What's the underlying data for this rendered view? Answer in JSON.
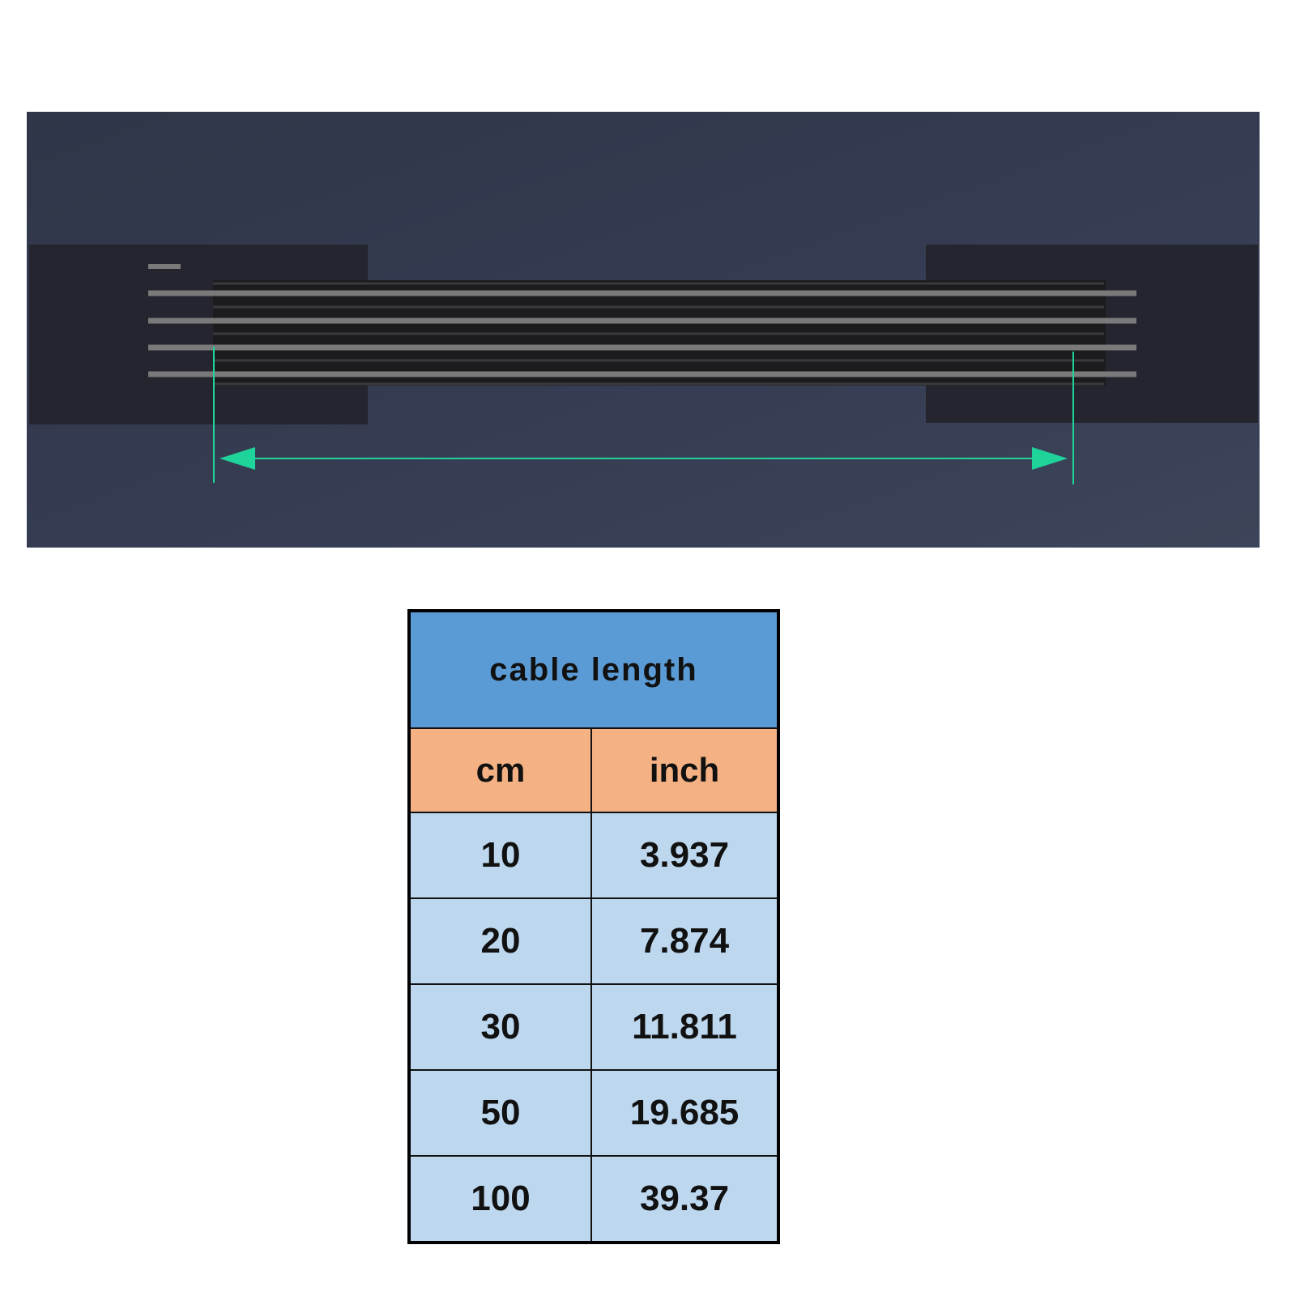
{
  "table": {
    "title": "cable length",
    "headers": [
      "cm",
      "inch"
    ],
    "rows": [
      {
        "cm": "10",
        "inch": "3.937"
      },
      {
        "cm": "20",
        "inch": "7.874"
      },
      {
        "cm": "30",
        "inch": "11.811"
      },
      {
        "cm": "50",
        "inch": "19.685"
      },
      {
        "cm": "100",
        "inch": "39.37"
      }
    ]
  },
  "colors": {
    "title_bg": "#5b9bd5",
    "header_bg": "#f4b183",
    "cell_bg": "#bdd7ee",
    "arrow": "#1fd49a",
    "photo_bg": "#353d52"
  }
}
